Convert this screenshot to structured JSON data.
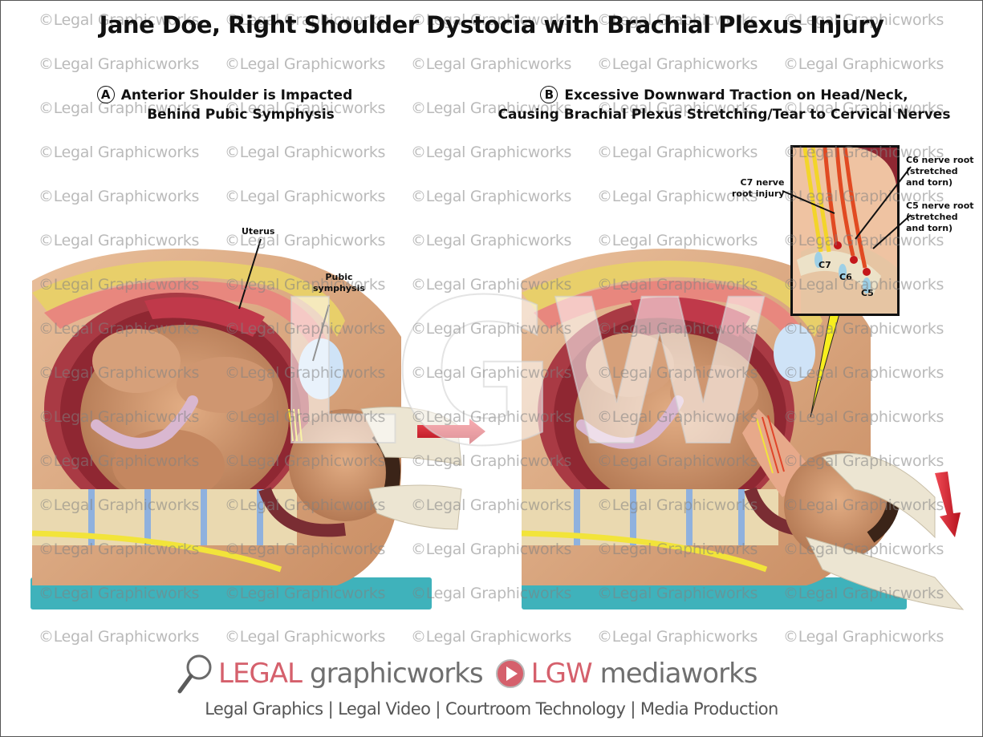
{
  "title": "Jane Doe, Right Shoulder Dystocia with Brachial Plexus Injury",
  "panels": {
    "a": {
      "letter": "A",
      "heading_line1": "Anterior Shoulder is Impacted",
      "heading_line2": "Behind Pubic Symphysis",
      "labels": {
        "uterus": "Uterus",
        "pubic_symphysis_line1": "Pubic",
        "pubic_symphysis_line2": "symphysis"
      },
      "arrow_direction": "right"
    },
    "b": {
      "letter": "B",
      "heading_line1": "Excessive Downward Traction on Head/Neck,",
      "heading_line2": "Causing Brachial Plexus Stretching/Tear to Cervical Nerves",
      "labels": {
        "c7_line1": "C7 nerve",
        "c7_line2": "root injury",
        "c6_line1": "C6 nerve root",
        "c6_line2": "(stretched",
        "c6_line3": "and torn)",
        "c5_line1": "C5 nerve root",
        "c5_line2": "(stretched",
        "c5_line3": "and torn)"
      },
      "inset_vertebrae": [
        "C7",
        "C6",
        "C5"
      ],
      "arrow_direction": "down"
    }
  },
  "watermark": {
    "text": "©Legal Graphicworks",
    "big_logo": "LGW"
  },
  "footer": {
    "brand1_bold": "LEGAL",
    "brand1_rest": "graphicworks",
    "brand2_bold": "LGW",
    "brand2_rest": "mediaworks",
    "tagline": "Legal Graphics | Legal Video | Courtroom Technology | Media Production"
  },
  "colors": {
    "brand_red": "#d5606c",
    "arrow_red": "#d92030",
    "table_teal": "#3fb2bb",
    "skin": "#d9a47c",
    "uterus_muscle": "#e8877e",
    "fat_yellow": "#e8cf6a",
    "nerve_yellow": "#f2e43a",
    "pointer_yellow": "#f7ee1e"
  }
}
